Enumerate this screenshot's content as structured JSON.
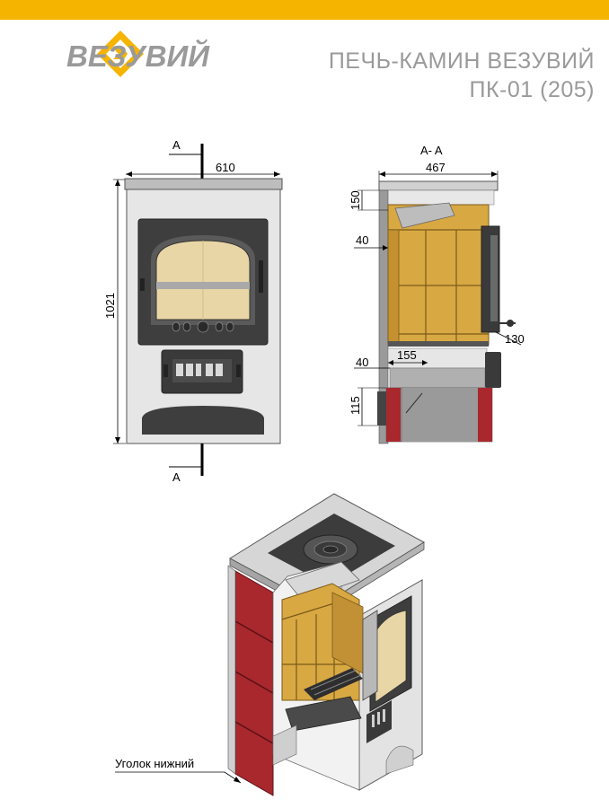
{
  "header": {
    "brand": "ВЕЗУВИЙ",
    "title_line1": "ПЕЧЬ-КАМИН ВЕЗУВИЙ",
    "title_line2": "ПК-01 (205)"
  },
  "front_view": {
    "section_top": "A",
    "section_bottom": "A",
    "width": "610",
    "height": "1021"
  },
  "section_view": {
    "label": "A- A",
    "width": "467",
    "dim_150": "150",
    "dim_40_top": "40",
    "dim_130": "130",
    "dim_40_bottom": "40",
    "dim_155": "155",
    "dim_115": "115"
  },
  "iso_view": {
    "callout": "Уголок нижний"
  },
  "colors": {
    "accent": "#f5b400",
    "brick": "#d8a843",
    "tile": "#a8282e",
    "steel": "#e4e4e4",
    "iron": "#3c3c3c"
  }
}
